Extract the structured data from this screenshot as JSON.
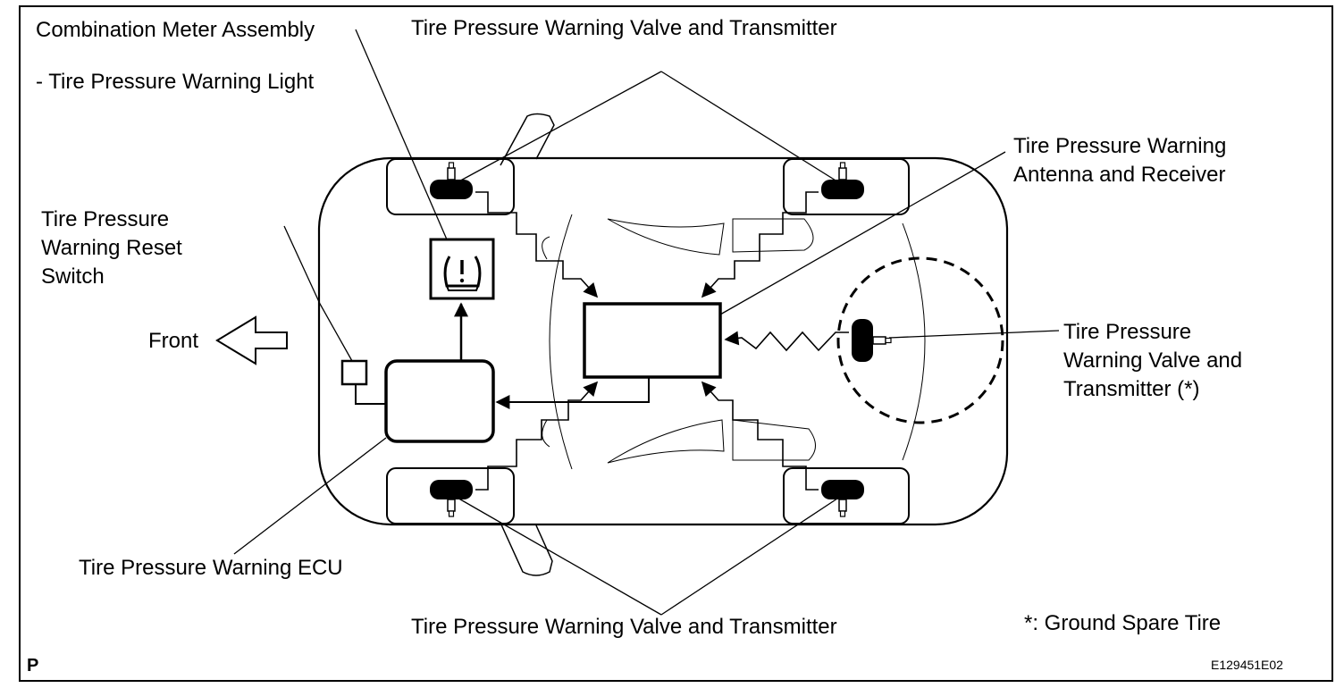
{
  "labels": {
    "combination_meter": "Combination Meter Assembly",
    "warning_light": "- Tire Pressure Warning Light",
    "valve_top": "Tire Pressure Warning Valve and Transmitter",
    "valve_bottom": "Tire Pressure Warning Valve and Transmitter",
    "antenna": [
      "Tire Pressure Warning",
      "Antenna and Receiver"
    ],
    "reset_switch": [
      "Tire Pressure",
      "Warning Reset",
      "Switch"
    ],
    "front": "Front",
    "spare_valve": [
      "Tire Pressure",
      "Warning Valve and",
      "Transmitter (*)"
    ],
    "ecu": "Tire Pressure Warning ECU",
    "footnote": "*: Ground Spare Tire",
    "corner_code": "P",
    "figure_id": "E129451E02"
  },
  "icons": {
    "warning_lamp": "tire-pressure-warning-icon",
    "front_arrow": "front-direction-arrow-icon",
    "valve": "tire-valve-transmitter-icon"
  },
  "colors": {
    "ink": "#000000",
    "paper": "#ffffff"
  }
}
